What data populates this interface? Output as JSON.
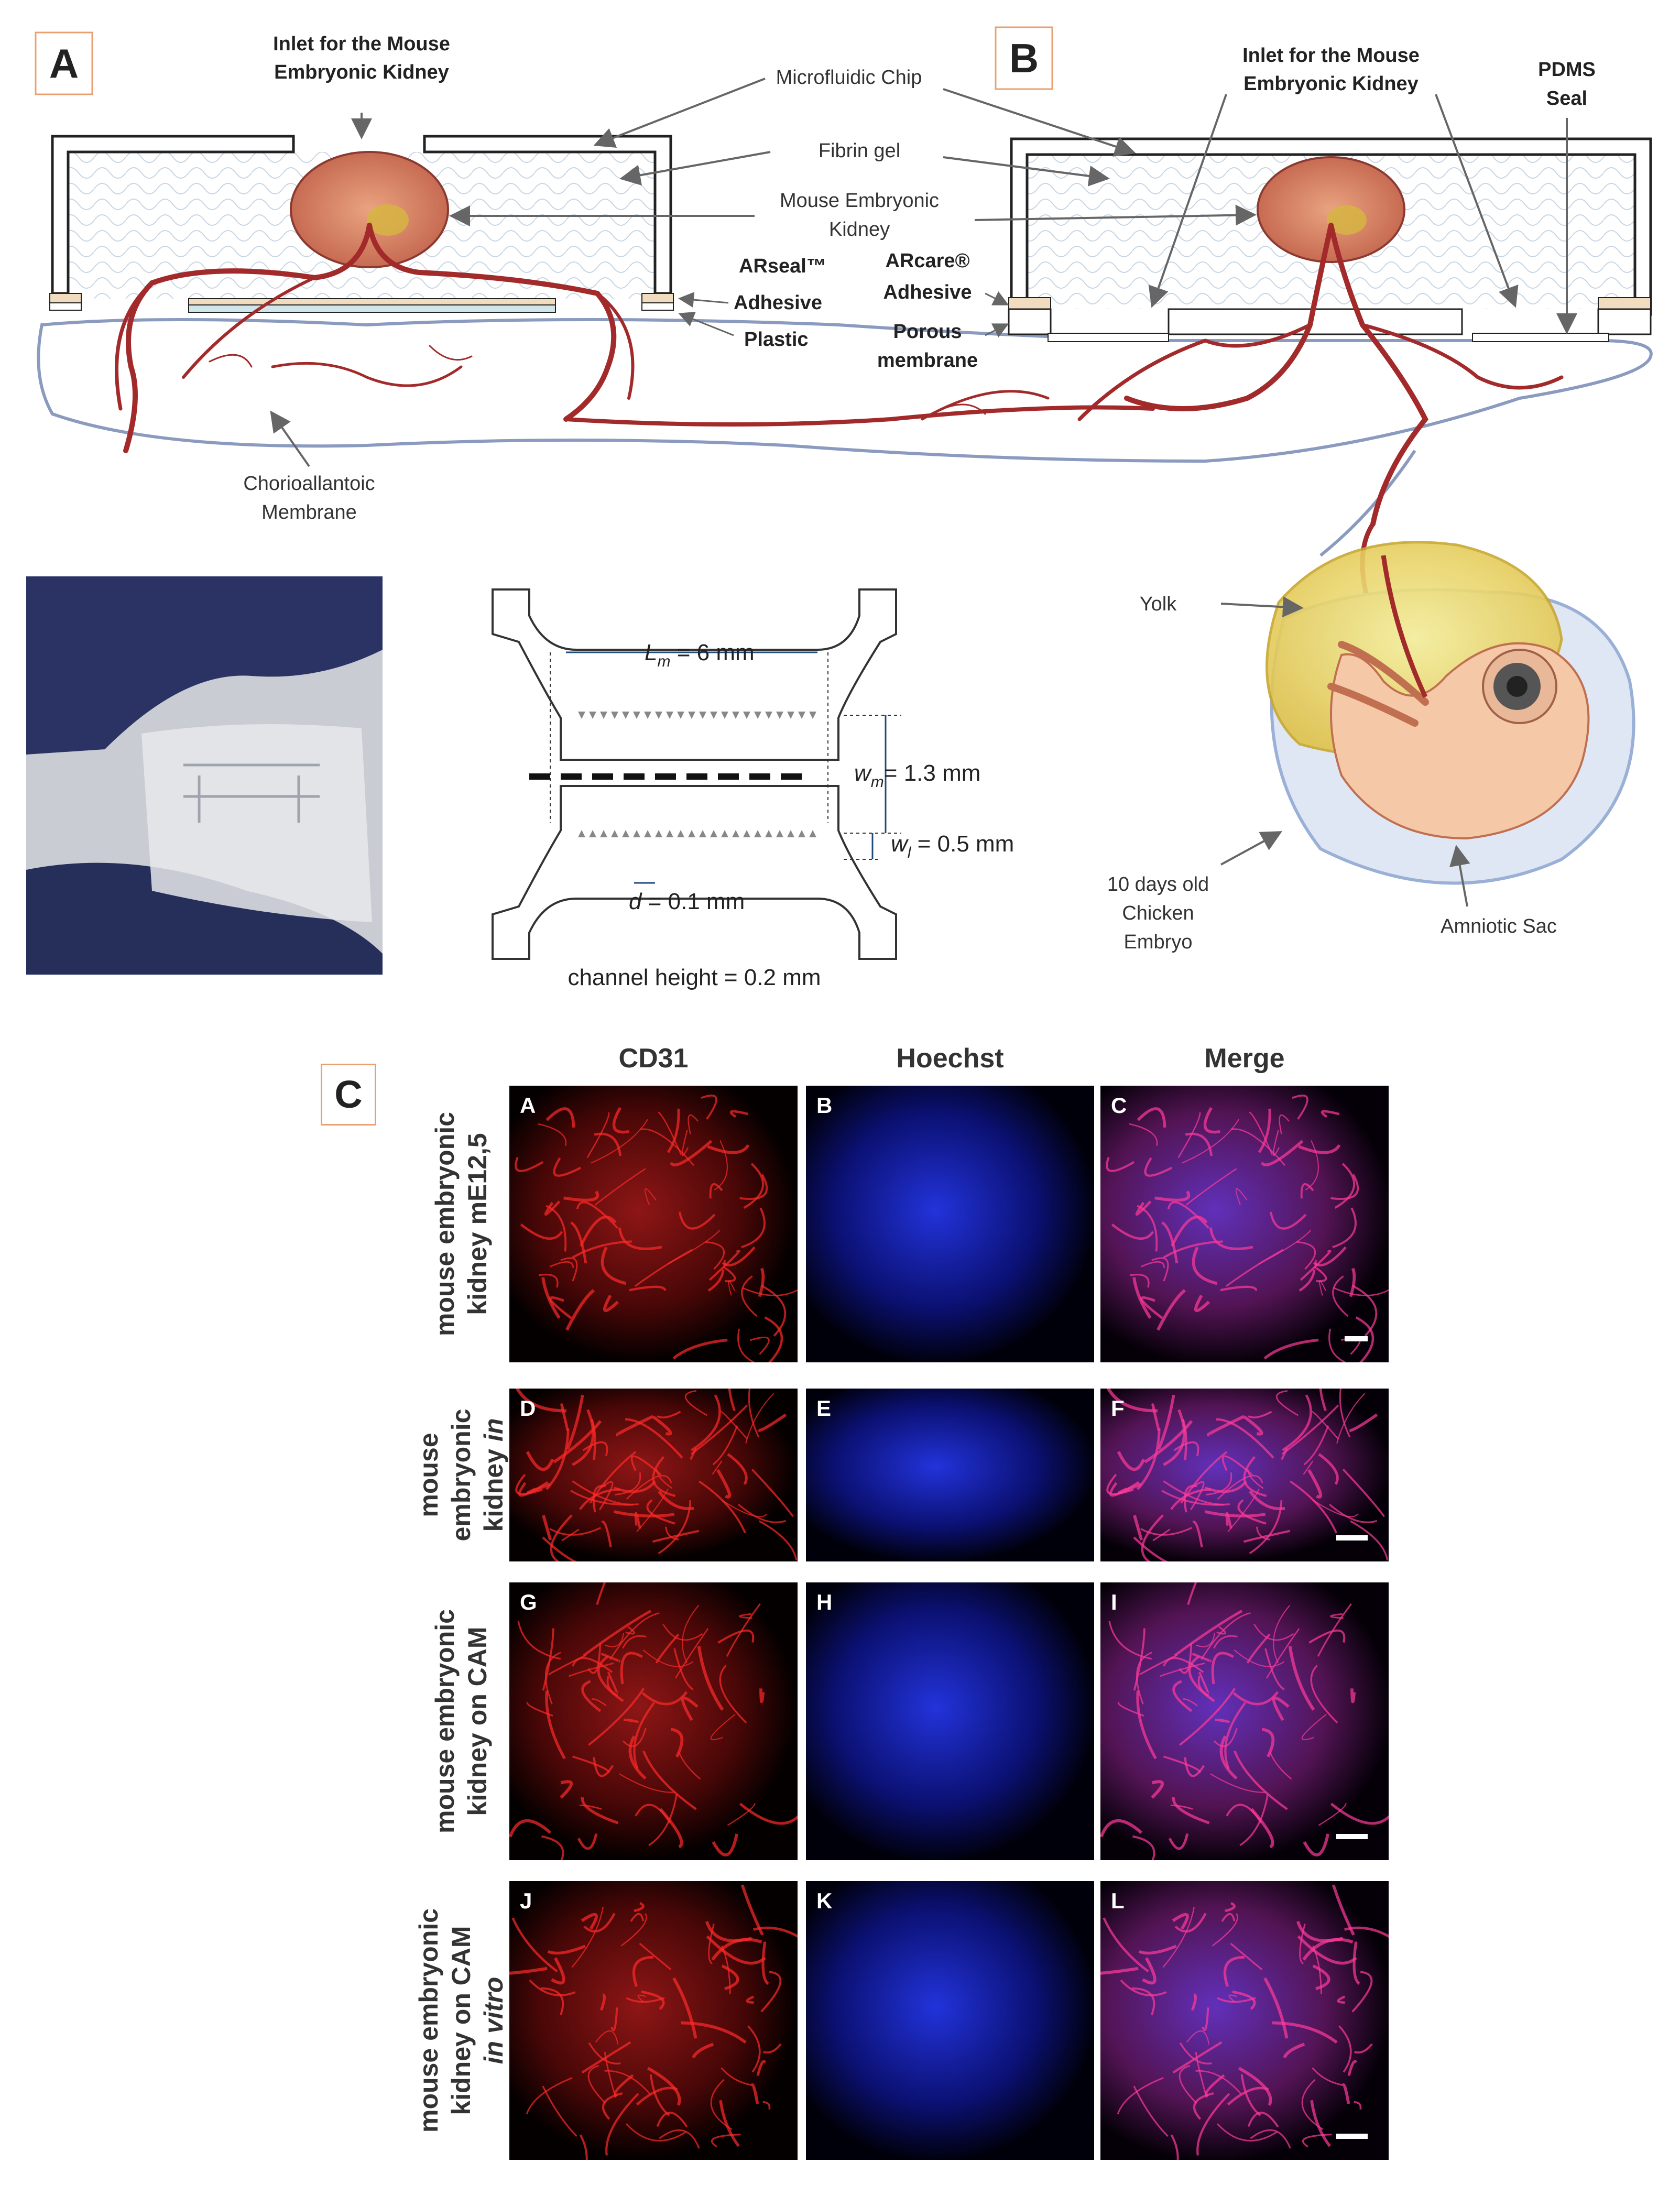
{
  "panels": {
    "A": "A",
    "B": "B",
    "C": "C"
  },
  "diagram_labels": {
    "inlet_a": [
      "Inlet for the Mouse",
      "Embryonic Kidney"
    ],
    "inlet_b": [
      "Inlet for the Mouse",
      "Embryonic Kidney"
    ],
    "microfluidic_chip": "Microfluidic Chip",
    "fibrin_gel": "Fibrin gel",
    "mouse_kidney": [
      "Mouse Embryonic",
      "Kidney"
    ],
    "arseal": "ARseal™",
    "adhesive_a": "Adhesive",
    "plastic": "Plastic",
    "arcare": "ARcare®",
    "adhesive_b": "Adhesive",
    "porous_membrane": [
      "Porous",
      "membrane"
    ],
    "pdms_seal": [
      "PDMS",
      "Seal"
    ],
    "cam": [
      "Chorioallantoic",
      "Membrane"
    ],
    "yolk": "Yolk",
    "chicken_embryo": [
      "10 days old",
      "Chicken",
      "Embryo"
    ],
    "amniotic_sac": "Amniotic Sac"
  },
  "chip_dimensions": {
    "lm_sym": "L",
    "lm_sub": "m",
    "lm_val": " = 6 mm",
    "wm_sym": "w",
    "wm_sub": "m",
    "wm_val": "= 1.3 mm",
    "wl_sym": "w",
    "wl_sub": "l",
    "wl_val": " = 0.5 mm",
    "d_sym": "d",
    "d_val": " = 0.1 mm",
    "channel_height": "channel height  = 0.2 mm"
  },
  "grid": {
    "columns": [
      "CD31",
      "Hoechst",
      "Merge"
    ],
    "rows": [
      {
        "label_lines": [
          "mouse embryonic",
          "kidney mE12,5"
        ],
        "letters": [
          "A",
          "B",
          "C"
        ]
      },
      {
        "label_lines": [
          "mouse",
          "embryonic",
          "kidney <i>in vitro</i>"
        ],
        "letters": [
          "D",
          "E",
          "F"
        ]
      },
      {
        "label_lines": [
          "mouse embryonic",
          "kidney on CAM"
        ],
        "letters": [
          "G",
          "H",
          "I"
        ]
      },
      {
        "label_lines": [
          "mouse embryonic",
          "kidney on CAM",
          "<i>in vitro</i>"
        ],
        "letters": [
          "J",
          "K",
          "L"
        ]
      }
    ]
  },
  "colors": {
    "vessel": "#a32a2a",
    "membrane_outline": "#8b9bbf",
    "chip_outline": "#222222",
    "badge_border": "#e8a070",
    "cd31": "#ff2020",
    "hoechst": "#2a3cff"
  }
}
